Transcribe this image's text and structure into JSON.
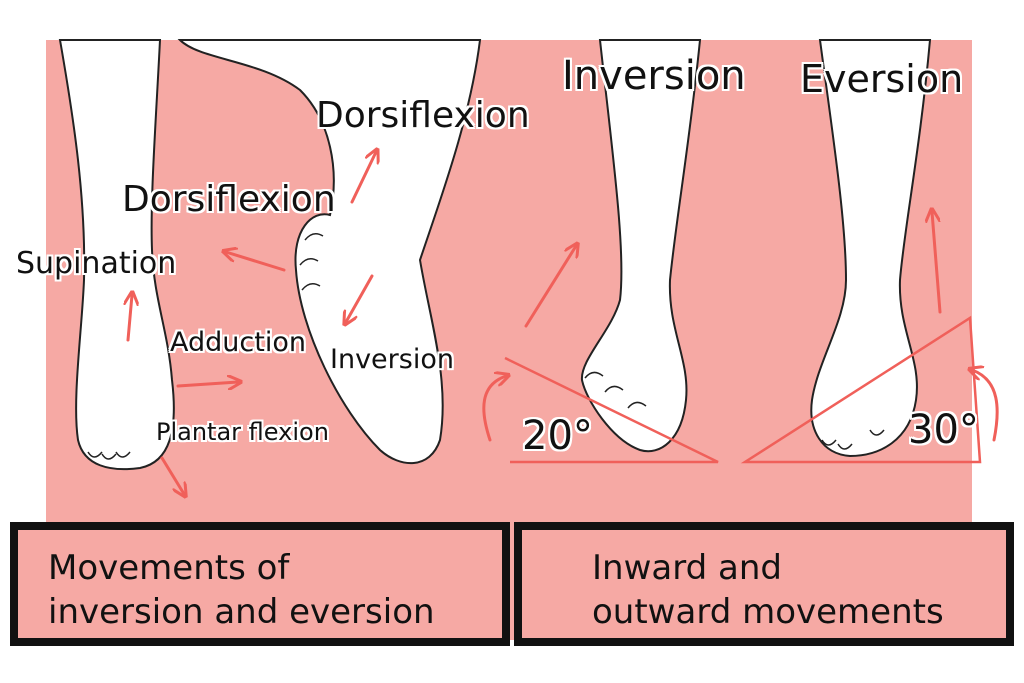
{
  "colors": {
    "panel": "#f6a9a4",
    "arrow": "#f0605a",
    "outline": "#222222",
    "foot": "#ffffff"
  },
  "left_panel": {
    "labels": {
      "supination": "Supination",
      "dorsiflexion_left": "Dorsiflexion",
      "dorsiflexion_top": "Dorsiflexion",
      "adduction": "Adduction",
      "inversion": "Inversion",
      "plantar_flexion": "Plantar flexion"
    },
    "caption": [
      "Movements of",
      "inversion and eversion"
    ]
  },
  "right_panel": {
    "inversion_title": "Inversion",
    "eversion_title": "Eversion",
    "inversion_angle": "20°",
    "eversion_angle": "30°",
    "caption": [
      "Inward and",
      "outward movements"
    ]
  }
}
